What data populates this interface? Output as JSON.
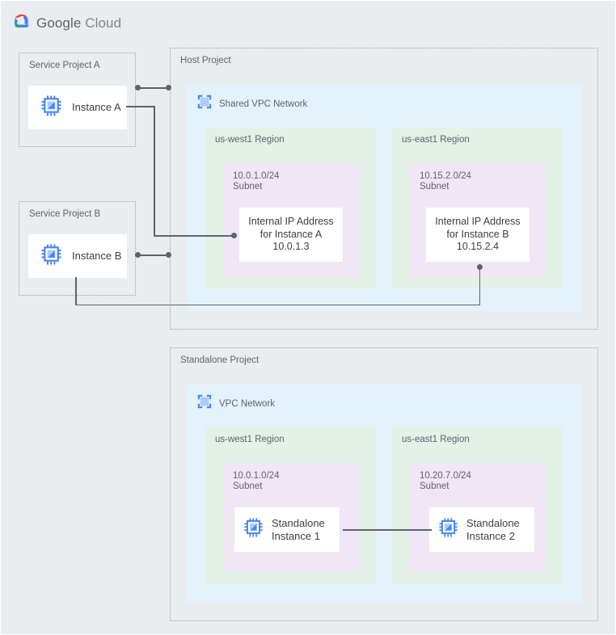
{
  "brand": {
    "google": "Google",
    "cloud": "Cloud",
    "logo_icon": "google-cloud-logo-icon"
  },
  "colors": {
    "canvas_bg": "#eaedef",
    "network_bg": "#e4f3fb",
    "region_bg": "#e3f1e7",
    "subnet_bg": "#f1e6f5",
    "card_bg": "#ffffff",
    "border_dotted": "#9aa0a6",
    "text": "#5f6368",
    "text_dark": "#3c4043",
    "connector": "#5f6368",
    "icon_blue": "#4285f4"
  },
  "projects": {
    "service_a": {
      "label": "Service Project A",
      "instance": {
        "label": "Instance A",
        "icon": "instance-chip-icon"
      }
    },
    "service_b": {
      "label": "Service Project B",
      "instance": {
        "label": "Instance B",
        "icon": "instance-chip-icon"
      }
    },
    "host": {
      "label": "Host Project",
      "network": {
        "label": "Shared VPC Network",
        "icon": "vpc-network-icon",
        "regions": [
          {
            "label": "us-west1 Region",
            "subnet": {
              "label": "10.0.1.0/24\nSubnet",
              "cidr": "10.0.1.0/24",
              "resource": {
                "label": "Internal IP Address\nfor Instance A\n10.0.1.3",
                "ip": "10.0.1.3"
              }
            }
          },
          {
            "label": "us-east1 Region",
            "subnet": {
              "label": "10.15.2.0/24\nSubnet",
              "cidr": "10.15.2.0/24",
              "resource": {
                "label": "Internal IP Address\nfor Instance B\n10.15.2.4",
                "ip": "10.15.2.4"
              }
            }
          }
        ]
      }
    },
    "standalone": {
      "label": "Standalone Project",
      "network": {
        "label": "VPC Network",
        "icon": "vpc-network-icon",
        "regions": [
          {
            "label": "us-west1 Region",
            "subnet": {
              "label": "10.0.1.0/24\nSubnet",
              "cidr": "10.0.1.0/24",
              "resource": {
                "label": "Standalone\nInstance 1",
                "icon": "instance-chip-icon"
              }
            }
          },
          {
            "label": "us-east1 Region",
            "subnet": {
              "label": "10.20.7.0/24\nSubnet",
              "cidr": "10.20.7.0/24",
              "resource": {
                "label": "Standalone\nInstance 2",
                "icon": "instance-chip-icon"
              }
            }
          }
        ]
      }
    }
  },
  "connectors": [
    {
      "name": "instance-a-to-host-project-attachment",
      "type": "dot-link"
    },
    {
      "name": "instance-a-to-internal-ip-a",
      "type": "elbow"
    },
    {
      "name": "instance-b-to-host-project-attachment",
      "type": "dot-link"
    },
    {
      "name": "instance-b-to-internal-ip-b",
      "type": "elbow"
    },
    {
      "name": "standalone-instance-1-to-standalone-instance-2",
      "type": "straight"
    }
  ]
}
